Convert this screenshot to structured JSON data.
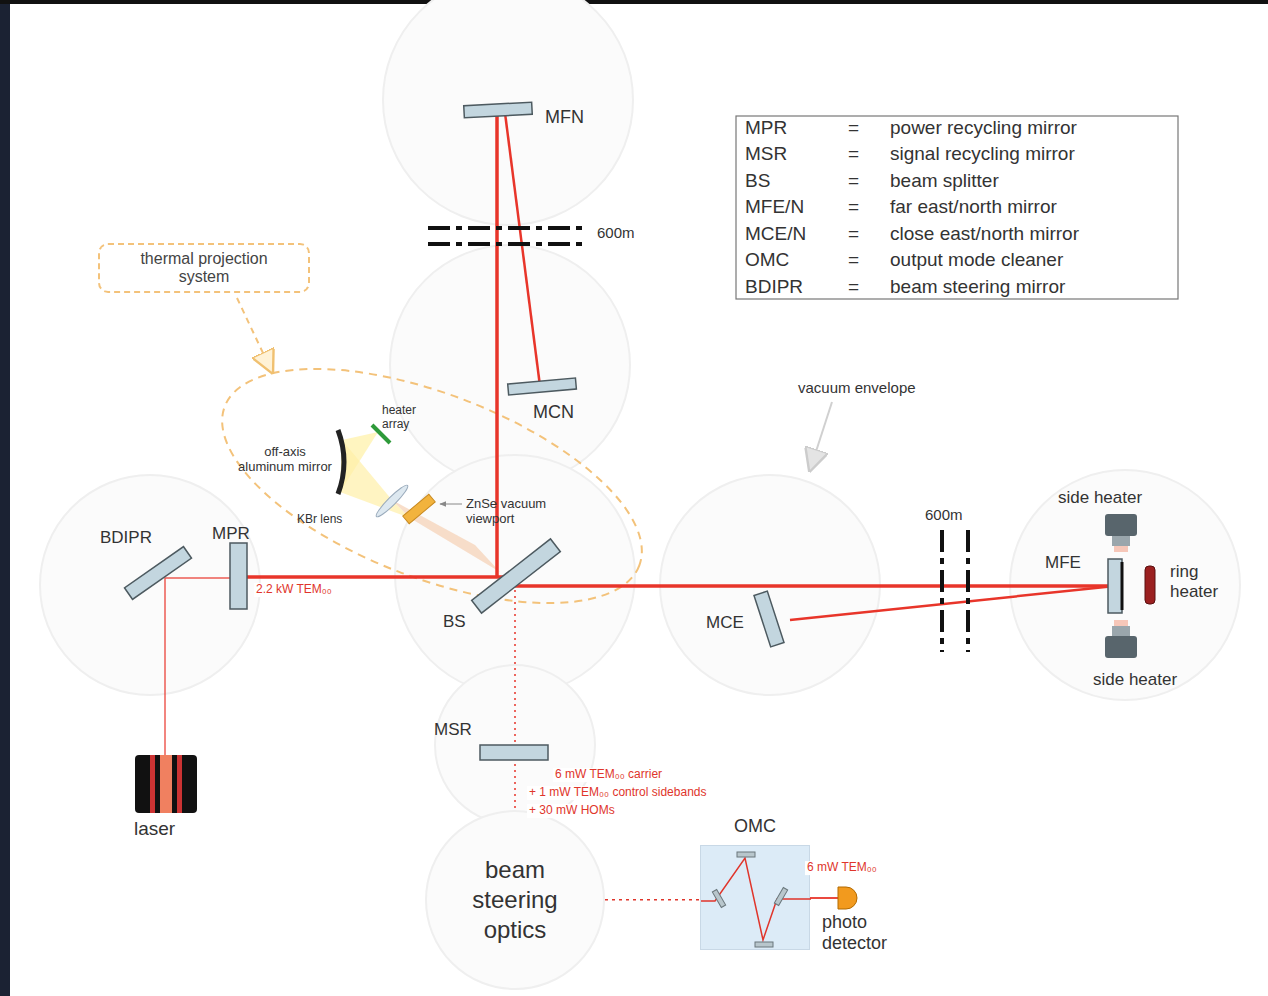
{
  "diagram": {
    "nodes": [
      {
        "text": [
          "thermal projection system"
        ]
      },
      {
        "text": [
          "OMC"
        ]
      },
      {
        "text": [
          "beam steering optics"
        ]
      }
    ],
    "edges": [
      {
        "from": 2,
        "to": 1,
        "arrow": "none"
      }
    ],
    "labels": [
      "MFN",
      "MPR",
      "=",
      "power recycling mirror",
      "MSR",
      "=",
      "signal recycling mirror",
      "BS",
      "=",
      "beam splitter",
      "MFE/N",
      "=",
      "far east/north mirror",
      "MCE/N",
      "=",
      "close east/north mirror",
      "OMC",
      "=",
      "output mode cleaner",
      "BDIPR",
      "=",
      "beam steering mirror",
      "600m",
      "MCN",
      "vacuum envelope",
      "heater array",
      "off-axis aluminum mirror",
      "KBr lens",
      "ZnSe vacuum viewport",
      "600m",
      "side heater",
      "MFE",
      "ring heater",
      "BDIPR",
      "MPR",
      "2.2 kW TEM₀₀",
      "BS",
      "MCE",
      "side heater",
      "MSR",
      "6 mW TEM₀₀ carrier",
      "+ 1 mW TEM₀₀ control sidebands",
      "+ 30 mW HOMs",
      "laser",
      "6 mW TEM₀₀",
      "photo detector"
    ]
  }
}
